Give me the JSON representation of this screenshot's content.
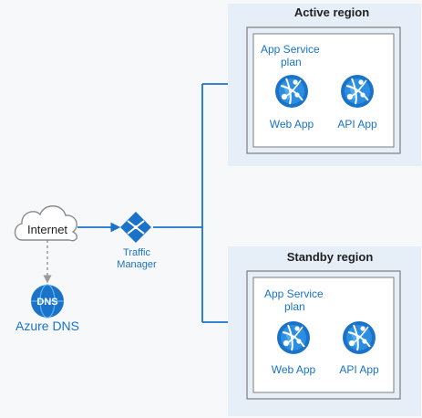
{
  "internet": {
    "label": "Internet"
  },
  "dns": {
    "label": "Azure DNS",
    "icon_text": "DNS"
  },
  "traffic_manager": {
    "line1": "Traffic",
    "line2": "Manager"
  },
  "regions": [
    {
      "title": "Active region",
      "plan": {
        "line1": "App Service",
        "line2": "plan"
      },
      "apps": [
        {
          "label": "Web App"
        },
        {
          "label": "API App"
        }
      ]
    },
    {
      "title": "Standby region",
      "plan": {
        "line1": "App Service",
        "line2": "plan"
      },
      "apps": [
        {
          "label": "Web App"
        },
        {
          "label": "API App"
        }
      ]
    }
  ],
  "colors": {
    "accent": "#1a73c9",
    "region_bg": "#e6eef8",
    "plan_border": "#7d7d7d",
    "dashed": "#9a9a9a"
  }
}
